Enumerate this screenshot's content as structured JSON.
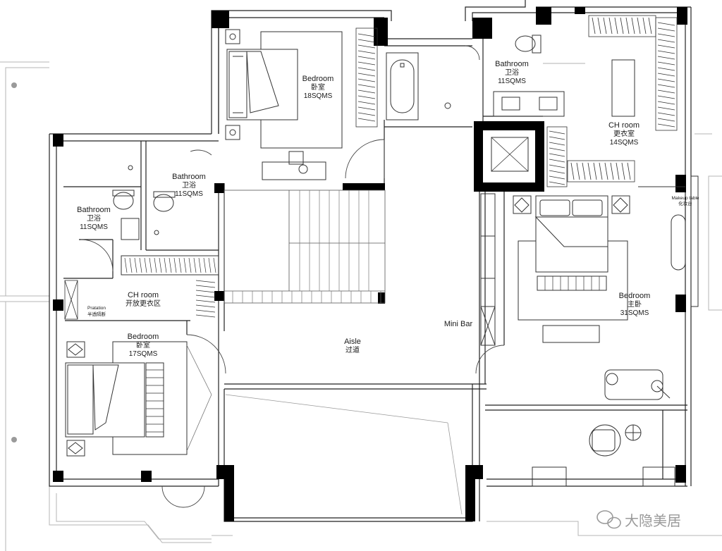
{
  "rooms": {
    "bedroom_top": {
      "en": "Bedroom",
      "cn": "卧室",
      "area": "18SQMS"
    },
    "bathroom_top_right": {
      "en": "Bathroom",
      "cn": "卫浴",
      "area": "11SQMS"
    },
    "ch_room_right": {
      "en": "CH room",
      "cn": "更衣室",
      "area": "14SQMS"
    },
    "bathroom_mid": {
      "en": "Bathroom",
      "cn": "卫浴",
      "area": "11SQMS"
    },
    "bathroom_left": {
      "en": "Bathroom",
      "cn": "卫浴",
      "area": "11SQMS"
    },
    "ch_room_left": {
      "en": "CH room",
      "cn": "开放更衣区"
    },
    "partition": {
      "en": "Pratation",
      "cn": "半透隔断"
    },
    "bedroom_left": {
      "en": "Bedroom",
      "cn": "卧室",
      "area": "17SQMS"
    },
    "aisle": {
      "en": "Aisle",
      "cn": "过道"
    },
    "mini_bar": {
      "en": "Mini Bar"
    },
    "master_bedroom": {
      "en": "Bedroom",
      "cn": "主卧",
      "area": "31SQMS"
    },
    "makeup_table": {
      "en": "Makeup table",
      "cn": "化妆台"
    }
  },
  "watermark": {
    "text": "大隐美居",
    "icon": "wechat-icon"
  },
  "colors": {
    "wall": "#000000",
    "line": "#333333",
    "light": "#9a9a9a",
    "background": "#ffffff"
  }
}
